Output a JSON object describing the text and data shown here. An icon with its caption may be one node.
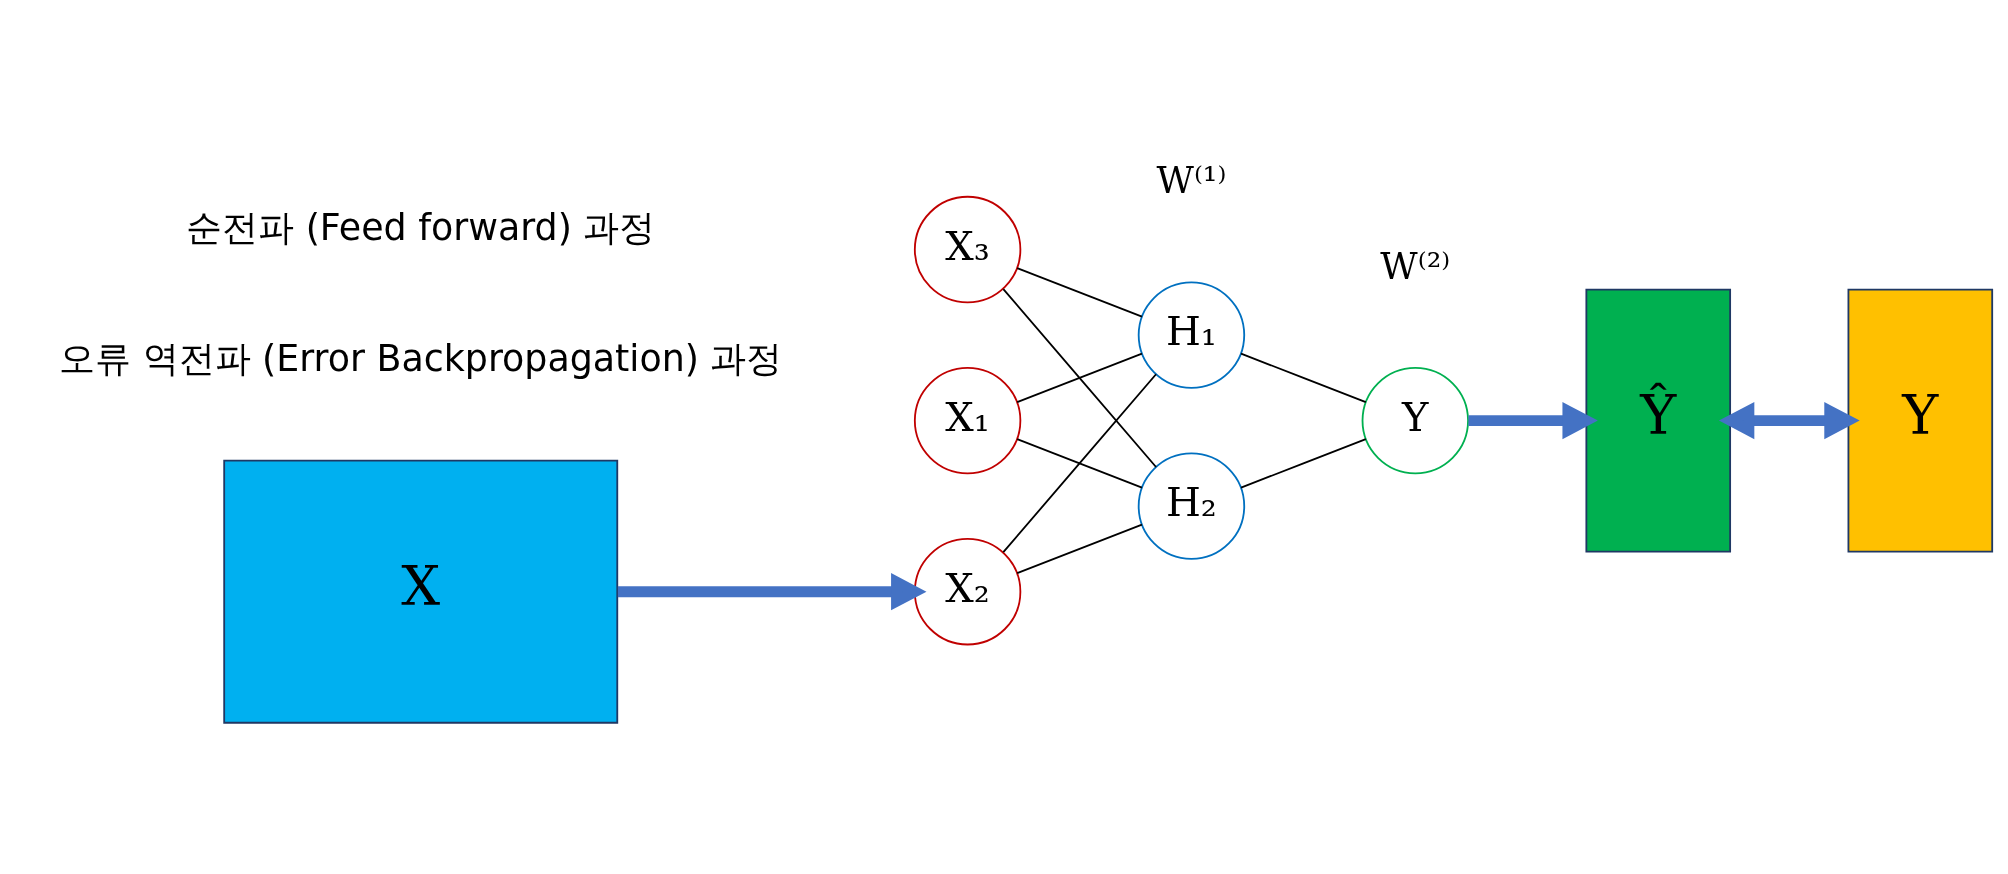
{
  "diagram": {
    "nodes": [
      {
        "text": [
          "X"
        ]
      },
      {
        "text": [
          "X₁"
        ]
      },
      {
        "text": [
          "X₂"
        ]
      },
      {
        "text": [
          "X₃"
        ]
      },
      {
        "text": [
          "H₁"
        ]
      },
      {
        "text": [
          "H₂"
        ]
      },
      {
        "text": [
          "Y"
        ]
      },
      {
        "text": [
          "Ŷ"
        ]
      },
      {
        "text": [
          "Y"
        ]
      }
    ],
    "edges": [
      {
        "from": 0,
        "to": 2,
        "arrow": "to",
        "style": "thick",
        "color": "#4472c4"
      },
      {
        "from": 1,
        "to": 4,
        "arrow": "none"
      },
      {
        "from": 1,
        "to": 5,
        "arrow": "none"
      },
      {
        "from": 2,
        "to": 4,
        "arrow": "none"
      },
      {
        "from": 2,
        "to": 5,
        "arrow": "none"
      },
      {
        "from": 3,
        "to": 4,
        "arrow": "none"
      },
      {
        "from": 3,
        "to": 5,
        "arrow": "none"
      },
      {
        "from": 4,
        "to": 6,
        "arrow": "none"
      },
      {
        "from": 5,
        "to": 6,
        "arrow": "none"
      },
      {
        "from": 6,
        "to": 7,
        "arrow": "to",
        "style": "thick",
        "color": "#4472c4"
      },
      {
        "from": 7,
        "to": 8,
        "arrow": "both",
        "style": "thick",
        "color": "#4472c4"
      }
    ],
    "labels": [
      "W⁽¹⁾",
      "W⁽²⁾",
      "순전파 (Feed forward) 과정",
      "오류 역전파 (Error Backpropagation) 과정"
    ]
  }
}
